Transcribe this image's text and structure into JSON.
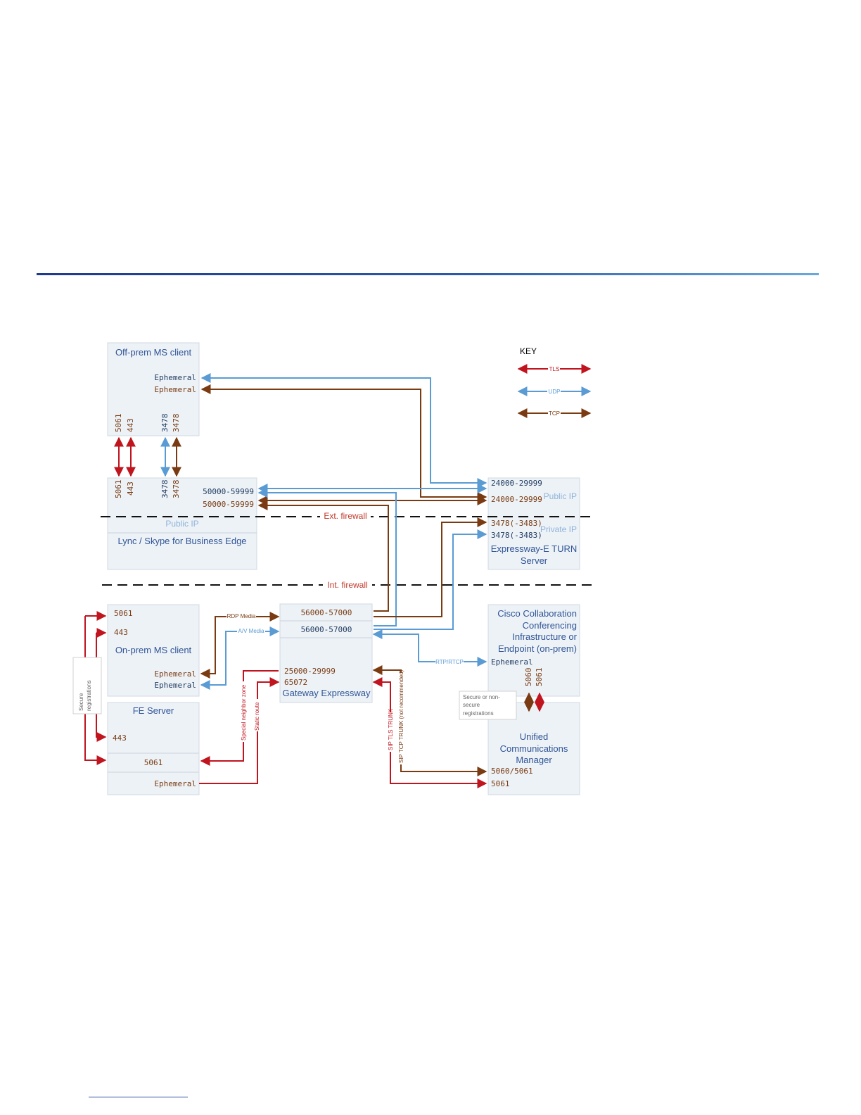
{
  "key": {
    "title": "KEY",
    "tls": "TLS",
    "udp": "UDP",
    "tcp": "TCP"
  },
  "firewalls": {
    "external": "Ext. firewall",
    "internal": "Int. firewall"
  },
  "offprem": {
    "title": "Off-prem MS client",
    "eph1": "Ephemeral",
    "eph2": "Ephemeral",
    "p1": "5061",
    "p2": "443",
    "p3": "3478",
    "p4": "3478"
  },
  "edge": {
    "p1": "5061",
    "p2": "443",
    "p3": "3478",
    "p4": "3478",
    "range1": "50000-59999",
    "range2": "50000-59999",
    "public_ip": "Public IP",
    "title": "Lync / Skype for Business Edge"
  },
  "turn": {
    "range1": "24000-29999",
    "range2": "24000-29999",
    "public_ip": "Public IP",
    "port1": "3478(-3483)",
    "port2": "3478(-3483)",
    "private_ip": "Private IP",
    "title_line1": "Expressway-E TURN",
    "title_line2": "Server"
  },
  "onprem": {
    "p1": "5061",
    "p2": "443",
    "title": "On-prem MS client",
    "eph1": "Ephemeral",
    "eph2": "Ephemeral"
  },
  "fe": {
    "title": "FE Server",
    "p1": "443",
    "p2": "5061",
    "eph": "Ephemeral"
  },
  "gateway": {
    "range1": "56000-57000",
    "range2": "56000-57000",
    "range3": "25000-29999",
    "port": "65072",
    "title": "Gateway Expressway"
  },
  "cisco": {
    "line1": "Cisco Collaboration",
    "line2": "Conferencing",
    "line3": "Infrastructure or",
    "line4": "Endpoint (on-prem)",
    "eph": "Ephemeral",
    "p1": "5060",
    "p2": "5061"
  },
  "cucm": {
    "line1": "Unified",
    "line2": "Communications",
    "line3": "Manager",
    "p1": "5060/5061",
    "p2": "5061"
  },
  "labels": {
    "rdp": "RDP Media",
    "av": "A/V Media",
    "rtp": "RTP/RTCP",
    "secure_reg_1": "Secure",
    "secure_reg_2": "registrations",
    "sec_nonsec_1": "Secure or non-",
    "sec_nonsec_2": "secure",
    "sec_nonsec_3": "registrations",
    "special_zone": "Special neighbor zone",
    "static_route": "Static route",
    "sip_tls": "SIP TLS TRUNK",
    "sip_tcp": "SIP TCP TRUNK (not recommended)"
  },
  "colors": {
    "tls": "#c0141e",
    "udp": "#5a9bd4",
    "tcp": "#7a3b12"
  }
}
